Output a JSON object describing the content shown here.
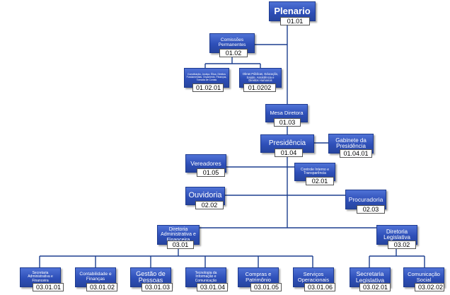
{
  "nodes": {
    "plenario": {
      "label": "Plenario",
      "code": "01.01"
    },
    "comissoes": {
      "label": "Comissões Permanentes",
      "code": "01.02"
    },
    "constituicao": {
      "label": "Constituição, Justiça, Ética, Direitos Fundamentais, Orçamento, Finanças, Tomada de Contas",
      "code": "01.02.01"
    },
    "obras": {
      "label": "Obras Públicas, Educação, Saúde, Assistência e Direitos Humanos",
      "code": "01.0202"
    },
    "mesa": {
      "label": "Mesa Diretora",
      "code": "01.03"
    },
    "presidencia": {
      "label": "Presidência",
      "code": "01.04"
    },
    "gabinete": {
      "label": "Gabinete da Presidência",
      "code": "01.04.01"
    },
    "vereadores": {
      "label": "Vereadores",
      "code": "01.05"
    },
    "controle": {
      "label": "Controle Interno e Transparência",
      "code": "02.01"
    },
    "ouvidoria": {
      "label": "Ouvidoria",
      "code": "02.02"
    },
    "procuradoria": {
      "label": "Procuradoria",
      "code": "02.03"
    },
    "dir_adm": {
      "label": "Diretoria Administrativa e Financeira",
      "code": "03.01"
    },
    "dir_leg": {
      "label": "Diretoria Legislativa",
      "code": "03.02"
    },
    "secretaria_adm": {
      "label": "Secretaria Administrativa e Financeira",
      "code": "03.01.01"
    },
    "contabilidade": {
      "label": "Contabilidade e Finanças",
      "code": "03.01.02"
    },
    "gestao": {
      "label": "Gestão de Pessoas",
      "code": "03.01.03"
    },
    "tecnologia": {
      "label": "Tecnologia da Informação e Comunicação",
      "code": "03.01.04"
    },
    "compras": {
      "label": "Compras e Patrimônio",
      "code": "03.01.05"
    },
    "servicos": {
      "label": "Serviços Operacionais",
      "code": "03.01.06"
    },
    "secretaria_leg": {
      "label": "Secretaria Legislativa",
      "code": "03.02.01"
    },
    "comunicacao": {
      "label": "Comunicação Social",
      "code": "03.02.02"
    }
  },
  "colors": {
    "box": "#2e4fb8",
    "line": "#1d3f8f",
    "code_bg": "#ffffff"
  }
}
